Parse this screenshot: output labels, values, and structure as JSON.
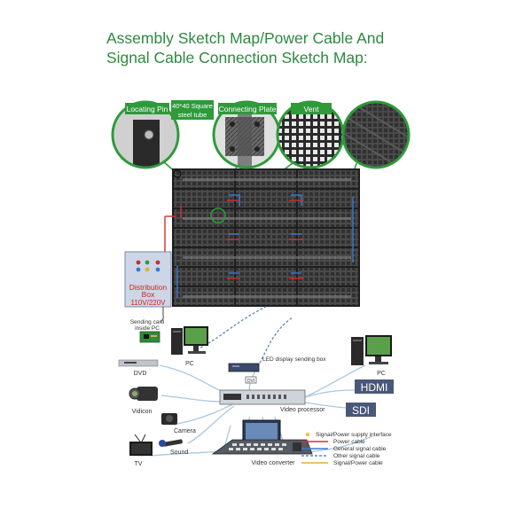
{
  "title": {
    "line1": "Assembly Sketch Map/Power Cable And",
    "line2": "Signal Cable Connection Sketch Map:"
  },
  "callouts": {
    "locating_pin": "Locating Pin",
    "steel_tube_line1": "40*40 Square",
    "steel_tube_line2": "steel tube",
    "connecting_plate": "Connecting Plate",
    "vent": "Vent"
  },
  "distribution_box": {
    "line1": "Distribution",
    "line2": "Box",
    "line3": "110V/220V"
  },
  "devices": {
    "sending_card_line1": "Sending card",
    "sending_card_line2": "inside PC",
    "pc_left": "PC",
    "led_sending_box": "LED display sending box",
    "pc_right": "PC",
    "dvd": "DVD",
    "vidicon": "Vidicon",
    "camera": "Camera",
    "sound": "Sound",
    "tv": "TV",
    "video_processor": "Video processor",
    "video_converter": "Video converter",
    "hdmi": "HDMI",
    "sdi": "SDI",
    "dvi": "DVI"
  },
  "legend": {
    "items": [
      {
        "label": "Signal/Power supply interface",
        "kind": "dot",
        "color": "#e8c020"
      },
      {
        "label": "Power cable",
        "kind": "line",
        "color": "#d03030"
      },
      {
        "label": "General signal cable",
        "kind": "line",
        "color": "#3a7ad0"
      },
      {
        "label": "Other signal cable",
        "kind": "dash",
        "color": "#5a8ab8"
      },
      {
        "label": "Signal/Power cable",
        "kind": "line",
        "color": "#e0b030"
      }
    ]
  },
  "colors": {
    "title": "#2d8a3e",
    "callout_bg": "#2e9a3a",
    "panel_dark": "#3a3a3a",
    "power": "#d03030",
    "signal": "#3a7ad0",
    "cable": "#a8c8e0"
  }
}
